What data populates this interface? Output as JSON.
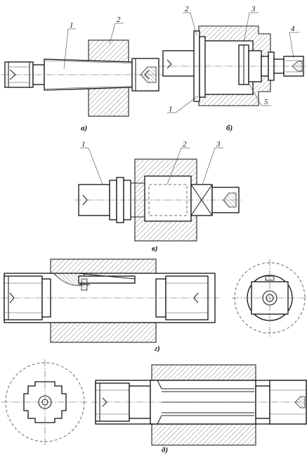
{
  "figures": [
    {
      "id": "a",
      "caption": "а)",
      "leaders": [
        "1",
        "2"
      ]
    },
    {
      "id": "b",
      "caption": "б)",
      "leaders": [
        "2",
        "3",
        "4",
        "1",
        "5"
      ]
    },
    {
      "id": "v",
      "caption": "в)",
      "leaders": [
        "1",
        "2",
        "3"
      ]
    },
    {
      "id": "g",
      "caption": "г)",
      "leaders": []
    },
    {
      "id": "d",
      "caption": "д)",
      "leaders": []
    }
  ]
}
